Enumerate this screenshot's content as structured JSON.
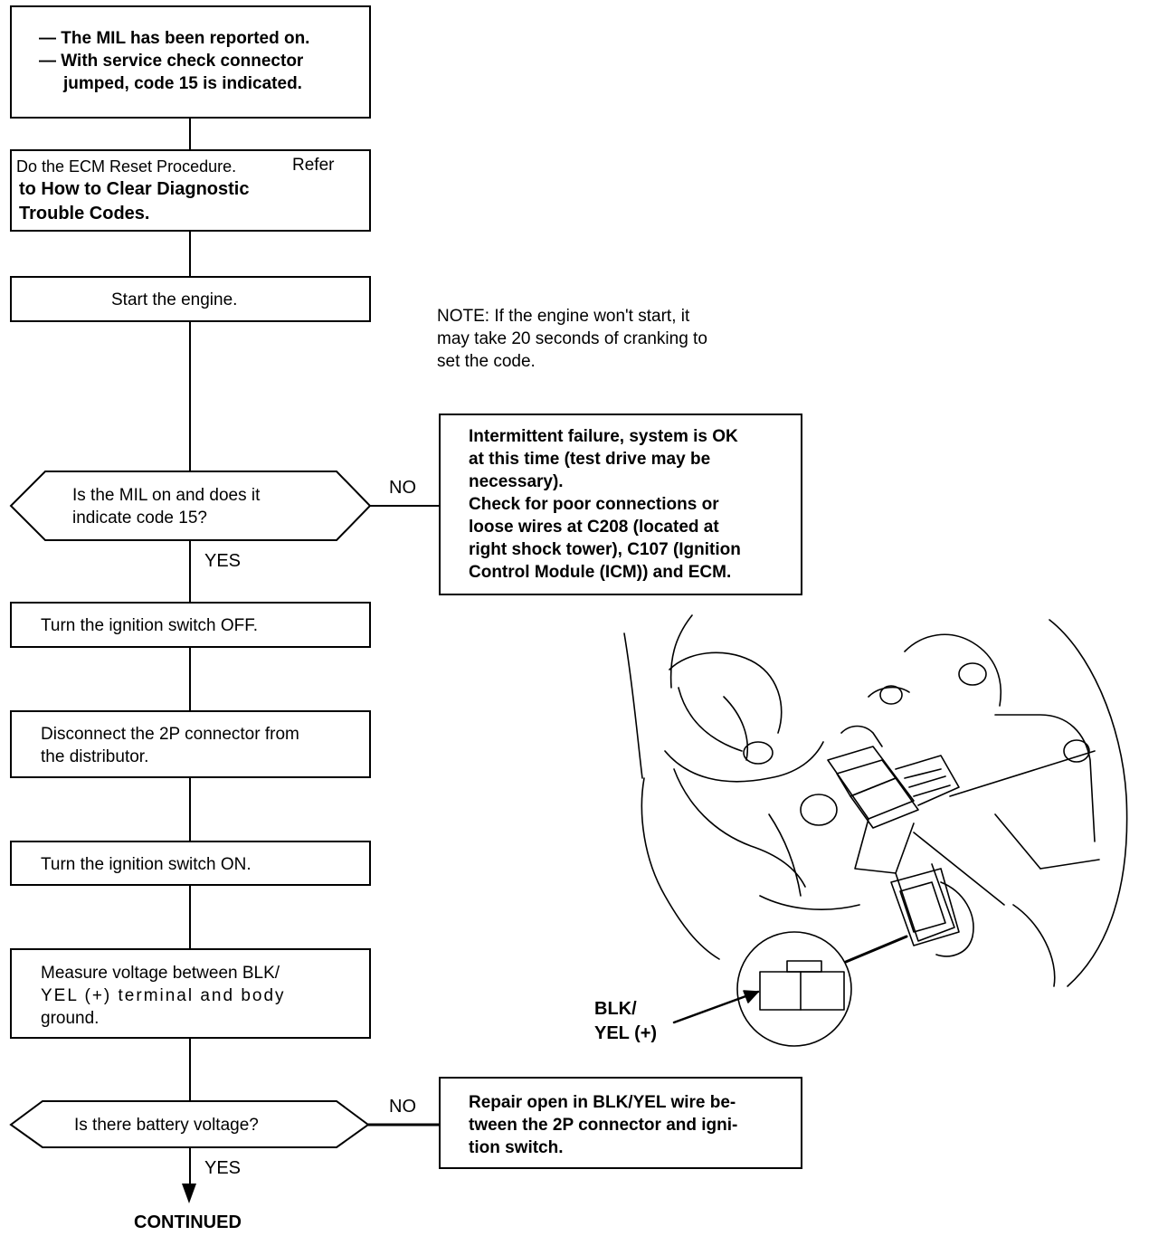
{
  "steps": {
    "s1_line1": "— The MIL has been reported on.",
    "s1_line2": "— With service check connector",
    "s1_line3": "jumped, code 15 is indicated.",
    "s2_line1a": "Do the ECM Reset Procedure.",
    "s2_line1b": "Refer",
    "s2_line2": "to How to Clear Diagnostic",
    "s2_line3": "Trouble Codes.",
    "s3": "Start the engine.",
    "q1_line1": "Is the MIL on and does it",
    "q1_line2": "indicate code 15?",
    "s4": "Turn the ignition switch OFF.",
    "s5_line1": "Disconnect the 2P connector from",
    "s5_line2": "the distributor.",
    "s6": "Turn the ignition switch ON.",
    "s7_line1": "Measure voltage between BLK/",
    "s7_line2": "YEL (+) terminal and body",
    "s7_line3": "ground.",
    "q2": "Is there battery voltage?"
  },
  "labels": {
    "yes1": "YES",
    "no1": "NO",
    "yes2": "YES",
    "no2": "NO",
    "continued": "CONTINUED"
  },
  "note": {
    "line1": "NOTE: If the engine won't start, it",
    "line2": "may take 20 seconds of cranking to",
    "line3": "set the code."
  },
  "result1": {
    "line1": "Intermittent failure, system is OK",
    "line2": "at this time (test drive may be",
    "line3": "necessary).",
    "line4": "Check for poor connections or",
    "line5": "loose wires at C208 (located at",
    "line6": "right shock tower), C107 (Ignition",
    "line7": "Control Module (ICM)) and ECM."
  },
  "result2": {
    "line1": "Repair open in BLK/YEL wire be-",
    "line2": "tween the 2P connector and igni-",
    "line3": "tion switch."
  },
  "illustration": {
    "label_line1": "BLK/",
    "label_line2": "YEL (+)"
  }
}
